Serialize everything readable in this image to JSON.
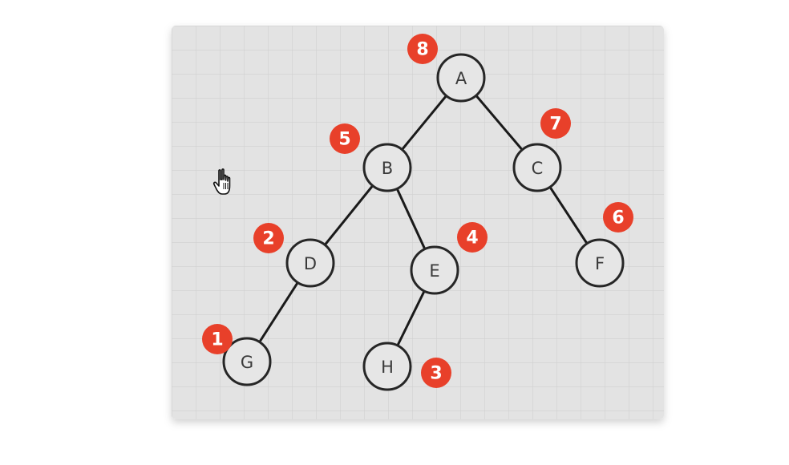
{
  "colors": {
    "page_background": "#ffffff",
    "panel_background": "#e3e3e3",
    "grid_line": "#d0d0d0",
    "node_fill": "#e6e6e6",
    "node_stroke": "#262626",
    "edge": "#1a1a1a",
    "badge": "#e8402a"
  },
  "tree": {
    "nodes": [
      {
        "id": "A",
        "label": "A"
      },
      {
        "id": "B",
        "label": "B"
      },
      {
        "id": "C",
        "label": "C"
      },
      {
        "id": "D",
        "label": "D"
      },
      {
        "id": "E",
        "label": "E"
      },
      {
        "id": "F",
        "label": "F"
      },
      {
        "id": "G",
        "label": "G"
      },
      {
        "id": "H",
        "label": "H"
      }
    ],
    "edges": [
      {
        "from": "A",
        "to": "B"
      },
      {
        "from": "A",
        "to": "C"
      },
      {
        "from": "B",
        "to": "D"
      },
      {
        "from": "B",
        "to": "E"
      },
      {
        "from": "C",
        "to": "F"
      },
      {
        "from": "D",
        "to": "G"
      },
      {
        "from": "E",
        "to": "H"
      }
    ],
    "badges": [
      {
        "node": "G",
        "label": "1"
      },
      {
        "node": "D",
        "label": "2"
      },
      {
        "node": "H",
        "label": "3"
      },
      {
        "node": "E",
        "label": "4"
      },
      {
        "node": "B",
        "label": "5"
      },
      {
        "node": "F",
        "label": "6"
      },
      {
        "node": "C",
        "label": "7"
      },
      {
        "node": "A",
        "label": "8"
      }
    ]
  },
  "cursor": {
    "icon": "hand-pointer-icon"
  }
}
